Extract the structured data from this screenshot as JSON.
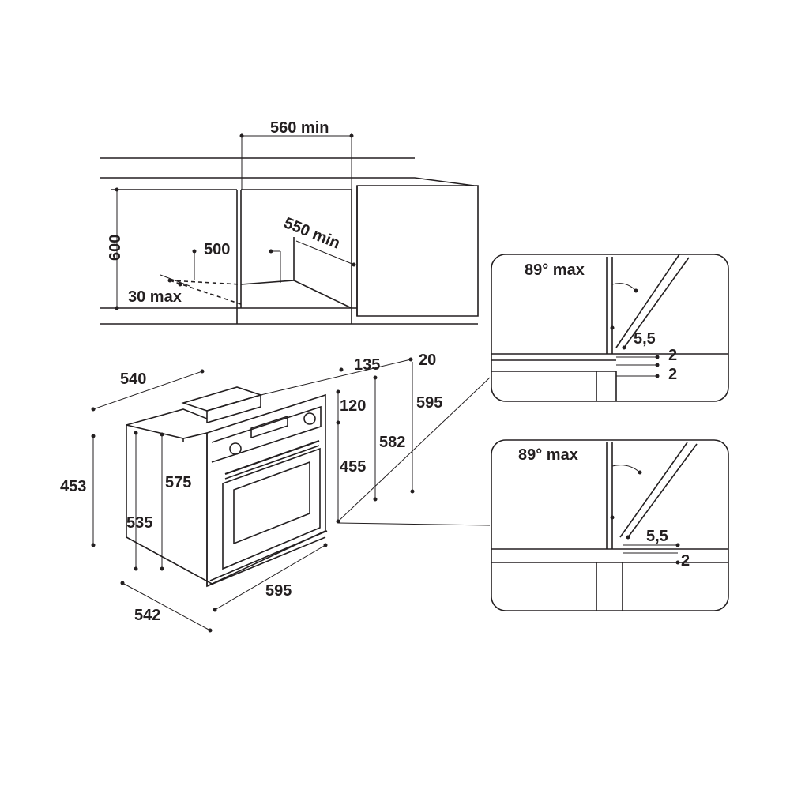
{
  "colors": {
    "ink": "#231f20",
    "background": "#ffffff"
  },
  "cabinet": {
    "width_min": "560 min",
    "height": "600",
    "depth_min": "550 min",
    "inner": "500",
    "gap_max": "30 max"
  },
  "oven": {
    "top_depth": "540",
    "handle_top": "135",
    "front_offset": "20",
    "panel_height": "120",
    "overall_height": "595",
    "body_height_582": "582",
    "door_height": "455",
    "side_453": "453",
    "depth_575": "575",
    "depth_535": "535",
    "front_width": "595",
    "base_depth": "542"
  },
  "details": [
    {
      "angle": "89° max",
      "gap": "5,5",
      "dim_a": "2",
      "dim_b": "2"
    },
    {
      "angle": "89° max",
      "gap": "5,5",
      "dim_a": "2"
    }
  ]
}
